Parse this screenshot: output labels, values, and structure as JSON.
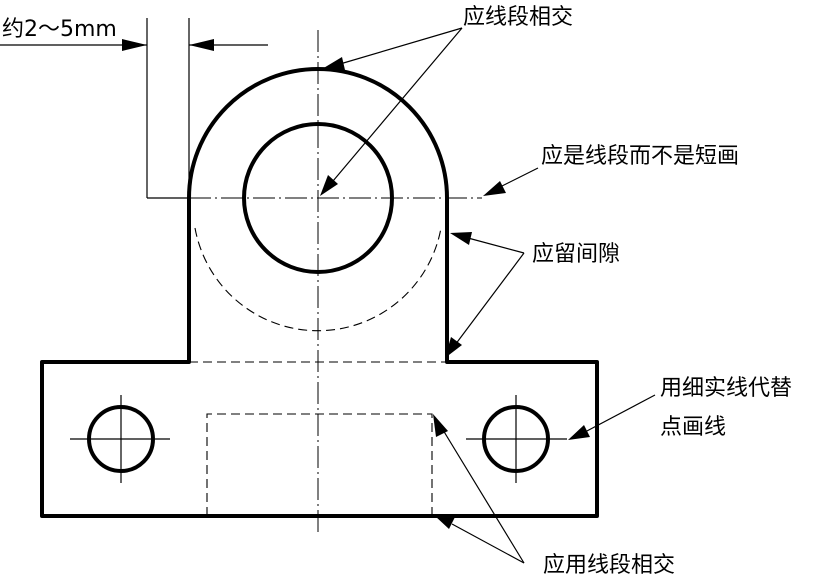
{
  "annotations": {
    "dim_note": "约2～5mm",
    "top_note": "应线段相交",
    "right_note": "应是线段而不是短画",
    "gap_note": "应留间隙",
    "thin_line_note_1": "用细实线代替",
    "thin_line_note_2": "点画线",
    "bottom_note": "应用线段相交"
  }
}
